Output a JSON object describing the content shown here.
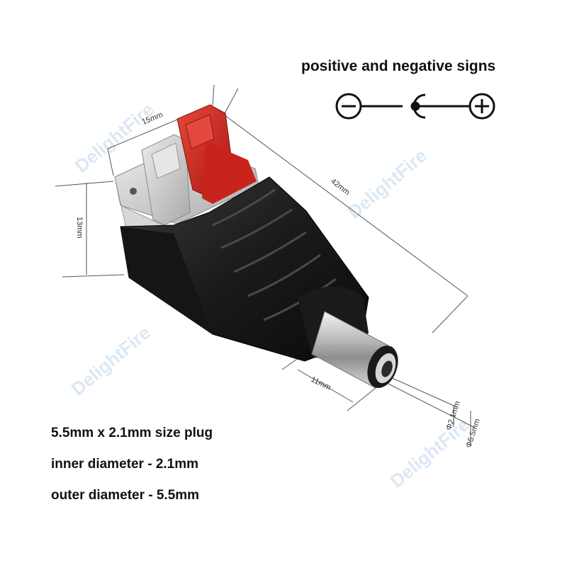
{
  "heading": "positive and negative signs",
  "polarity_symbol": [
    "negative-sign",
    "center-contact",
    "positive-sign"
  ],
  "dimensions": {
    "width": "15mm",
    "height": "13mm",
    "length": "42mm",
    "pin_length": "11mm",
    "inner_diameter": "Φ2.1mm",
    "outer_diameter": "Φ5.5mm"
  },
  "specs": [
    "5.5mm x 2.1mm size plug",
    "inner diameter - 2.1mm",
    "outer diameter - 5.5mm"
  ],
  "watermark": "DelightFire",
  "colors": {
    "body": "#1c1c1c",
    "release_tab_red": "#d42a22",
    "release_tab_grey": "#cfcfcf",
    "metal_barrel": "#c9c9c9",
    "dimension_line": "#555555"
  }
}
